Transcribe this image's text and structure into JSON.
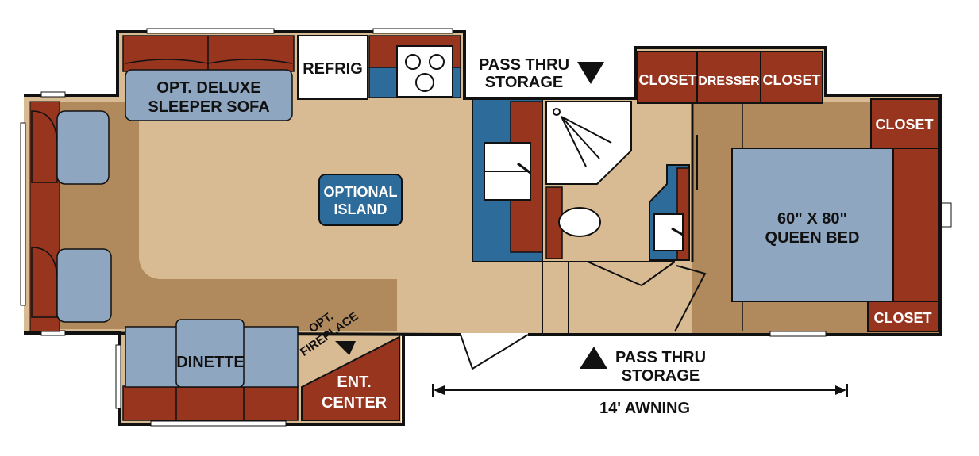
{
  "labels": {
    "sofa_line1": "OPT. DELUXE",
    "sofa_line2": "SLEEPER SOFA",
    "refrig": "REFRIG",
    "pass_thru_top_line1": "PASS THRU",
    "pass_thru_top_line2": "STORAGE",
    "closet_left": "CLOSET",
    "dresser": "DRESSER",
    "closet_mid": "CLOSET",
    "closet_right_top": "CLOSET",
    "island_line1": "OPTIONAL",
    "island_line2": "ISLAND",
    "bed_line1": "60\" X 80\"",
    "bed_line2": "QUEEN BED",
    "closet_right_bottom": "CLOSET",
    "fireplace_line1": "OPT.",
    "fireplace_line2": "FIREPLACE",
    "dinette": "DINETTE",
    "ent_line1": "ENT.",
    "ent_line2": "CENTER",
    "pass_thru_bottom_line1": "PASS THRU",
    "pass_thru_bottom_line2": "STORAGE",
    "awning": "14' AWNING"
  },
  "colors": {
    "floor": "#d8bb92",
    "floor_dark": "#b08a5c",
    "furniture": "#97351f",
    "upholstery": "#8ea6c0",
    "appliance": "#2d6b9a",
    "wall": "#111111",
    "white": "#ffffff"
  }
}
